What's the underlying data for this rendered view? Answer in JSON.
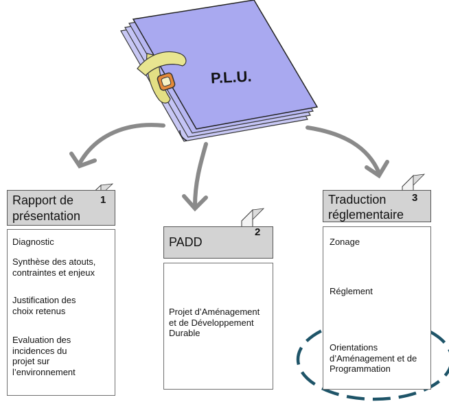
{
  "folder": {
    "title": "P.L.U."
  },
  "sections": [
    {
      "number": "1",
      "header_lines": [
        "Rapport de",
        "présentation"
      ],
      "items": [
        "Diagnostic",
        "Synthèse des atouts,\ncontraintes et enjeux",
        "Justification des\nchoix retenus",
        "Evaluation des\nincidences du\nprojet sur\nl’environnement"
      ]
    },
    {
      "number": "2",
      "header_lines": [
        "PADD"
      ],
      "items": [
        "Projet d’Aménagement\net de Développement\nDurable"
      ]
    },
    {
      "number": "3",
      "header_lines": [
        "Traduction",
        "réglementaire"
      ],
      "items": [
        "Zonage",
        "Réglement",
        "Orientations\nd’Aménagement et de\nProgrammation"
      ]
    }
  ],
  "colors": {
    "folder": "#a9a9f0",
    "folder_back": "#c4c4f5",
    "belt": "#e3df84",
    "buckle": "#e58a3a",
    "header_bg": "#d3d3d3",
    "arrow": "#8a8a8a",
    "highlight_ellipse": "#1e5468"
  },
  "icons": [
    "document-folder-icon",
    "belt-buckle-icon",
    "binder-icon"
  ]
}
